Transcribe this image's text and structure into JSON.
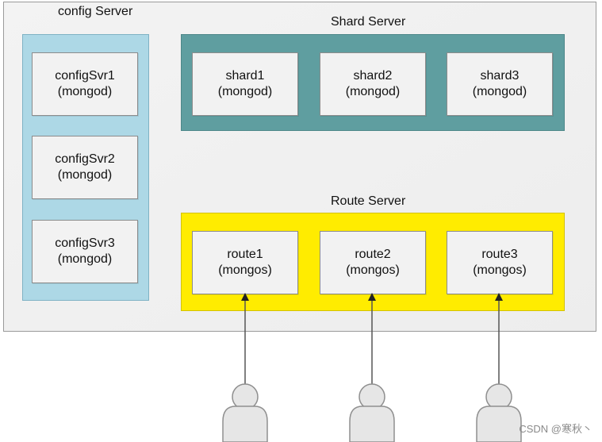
{
  "diagram": {
    "config_server": {
      "title": "config Server",
      "nodes": [
        {
          "name": "configSvr1",
          "type": "(mongod)"
        },
        {
          "name": "configSvr2",
          "type": "(mongod)"
        },
        {
          "name": "configSvr3",
          "type": "(mongod)"
        }
      ]
    },
    "shard_server": {
      "title": "Shard Server",
      "nodes": [
        {
          "name": "shard1",
          "type": "(mongod)"
        },
        {
          "name": "shard2",
          "type": "(mongod)"
        },
        {
          "name": "shard3",
          "type": "(mongod)"
        }
      ]
    },
    "route_server": {
      "title": "Route Server",
      "nodes": [
        {
          "name": "route1",
          "type": "(mongos)"
        },
        {
          "name": "route2",
          "type": "(mongos)"
        },
        {
          "name": "route3",
          "type": "(mongos)"
        }
      ]
    },
    "clients": [
      {
        "icon": "user-icon"
      },
      {
        "icon": "user-icon"
      },
      {
        "icon": "user-icon"
      }
    ]
  },
  "watermark": "CSDN @寒秋丶",
  "colors": {
    "config_panel": "#add8e6",
    "shard_panel": "#5f9ea0",
    "route_panel": "#ffec00",
    "node_fill": "#f2f2f2",
    "client_fill": "#e6e6e6"
  }
}
